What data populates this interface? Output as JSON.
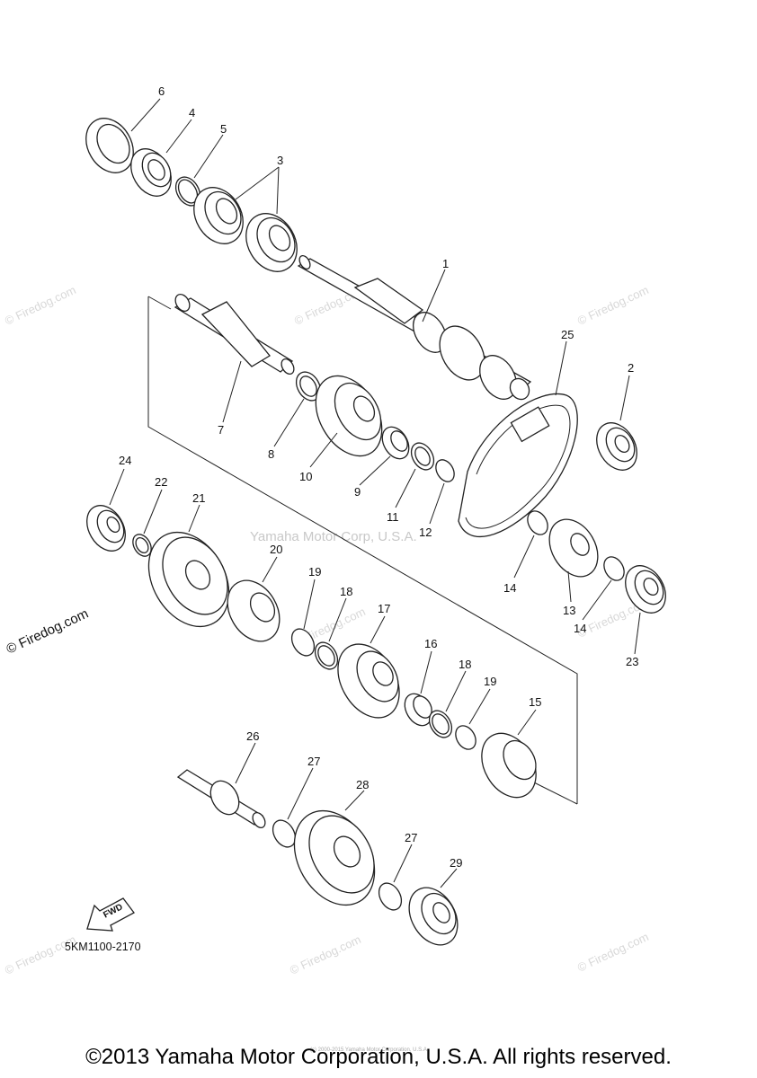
{
  "diagram": {
    "part_labels": [
      "1",
      "2",
      "3",
      "4",
      "5",
      "6",
      "7",
      "8",
      "9",
      "10",
      "11",
      "12",
      "13",
      "14",
      "14",
      "15",
      "16",
      "17",
      "18",
      "18",
      "19",
      "19",
      "20",
      "21",
      "22",
      "23",
      "24",
      "25",
      "26",
      "27",
      "27",
      "28",
      "29"
    ],
    "fwd_label": "FWD",
    "drawing_code": "5KM1100-2170",
    "watermarks": {
      "center": "Yamaha Motor Corp, U.S.A.",
      "site": "© Firedog.com",
      "fine_print": "(c) 2000-2015 Yamaha Motor Corporation, U.S.A."
    }
  },
  "footer": {
    "copyright": "©2013 Yamaha Motor Corporation, U.S.A. All rights reserved."
  }
}
